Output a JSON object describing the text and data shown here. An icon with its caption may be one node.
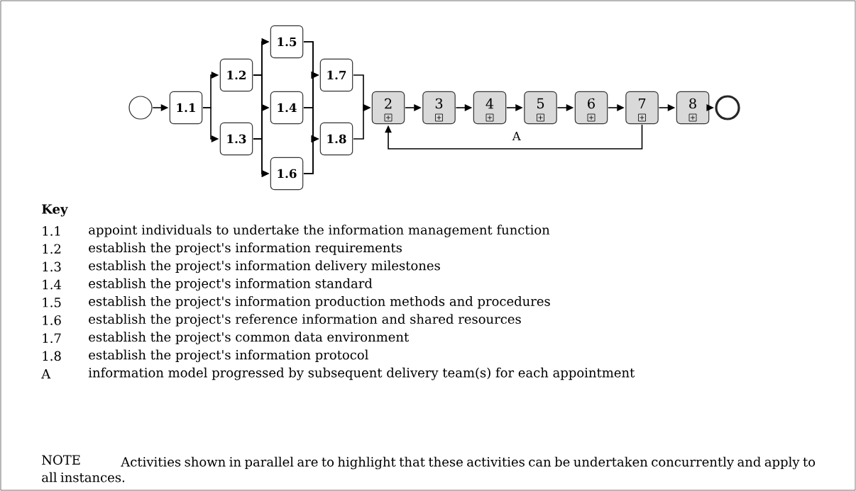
{
  "diagram": {
    "nodes": [
      {
        "text": [],
        "shape": "circle"
      },
      {
        "text": [
          "1.1"
        ]
      },
      {
        "text": [
          "1.2"
        ]
      },
      {
        "text": [
          "1.3"
        ]
      },
      {
        "text": [
          "1.5"
        ]
      },
      {
        "text": [
          "1.4"
        ]
      },
      {
        "text": [
          "1.6"
        ]
      },
      {
        "text": [
          "1.7"
        ]
      },
      {
        "text": [
          "1.8"
        ]
      },
      {
        "text": [
          "2"
        ]
      },
      {
        "text": [
          "3"
        ]
      },
      {
        "text": [
          "4"
        ]
      },
      {
        "text": [
          "5"
        ]
      },
      {
        "text": [
          "6"
        ]
      },
      {
        "text": [
          "7"
        ]
      },
      {
        "text": [
          "8"
        ]
      },
      {
        "text": [],
        "shape": "circle"
      }
    ],
    "edges": [
      {
        "from": 0,
        "to": 1,
        "arrow": "to"
      },
      {
        "from": 1,
        "to": 2,
        "arrow": "to"
      },
      {
        "from": 1,
        "to": 3,
        "arrow": "to"
      },
      {
        "from": 2,
        "to": 4,
        "arrow": "to"
      },
      {
        "from": 2,
        "to": 5,
        "arrow": "to"
      },
      {
        "from": 2,
        "to": 6,
        "arrow": "to"
      },
      {
        "from": 3,
        "to": 4,
        "arrow": "to"
      },
      {
        "from": 3,
        "to": 5,
        "arrow": "to"
      },
      {
        "from": 3,
        "to": 6,
        "arrow": "to"
      },
      {
        "from": 4,
        "to": 7,
        "arrow": "to"
      },
      {
        "from": 4,
        "to": 8,
        "arrow": "to"
      },
      {
        "from": 5,
        "to": 7,
        "arrow": "to"
      },
      {
        "from": 5,
        "to": 8,
        "arrow": "to"
      },
      {
        "from": 6,
        "to": 7,
        "arrow": "to"
      },
      {
        "from": 6,
        "to": 8,
        "arrow": "to"
      },
      {
        "from": 7,
        "to": 9,
        "arrow": "to"
      },
      {
        "from": 8,
        "to": 9,
        "arrow": "to"
      },
      {
        "from": 9,
        "to": 10,
        "arrow": "to"
      },
      {
        "from": 10,
        "to": 11,
        "arrow": "to"
      },
      {
        "from": 11,
        "to": 12,
        "arrow": "to"
      },
      {
        "from": 12,
        "to": 13,
        "arrow": "to"
      },
      {
        "from": 13,
        "to": 14,
        "arrow": "to"
      },
      {
        "from": 14,
        "to": 15,
        "arrow": "to"
      },
      {
        "from": 15,
        "to": 16,
        "arrow": "to"
      },
      {
        "from": 14,
        "to": 9,
        "arrow": "to",
        "label": "A"
      }
    ],
    "labels": [
      "Key",
      "1.1",
      "appoint individuals to undertake the information management function",
      "1.2",
      "establish the project's information requirements",
      "1.3",
      "establish the project's information delivery milestones",
      "1.4",
      "establish the project's information standard",
      "1.5",
      "establish the project's information production methods and procedures",
      "1.6",
      "establish the project's reference information and shared resources",
      "1.7",
      "establish the project's common data environment",
      "1.8",
      "establish the project's information protocol",
      "A",
      "information model progressed by subsequent delivery team(s) for each appointment",
      "NOTE",
      "Activities shown in parallel are to highlight that these activities can be undertaken concurrently and apply to all instances."
    ]
  }
}
